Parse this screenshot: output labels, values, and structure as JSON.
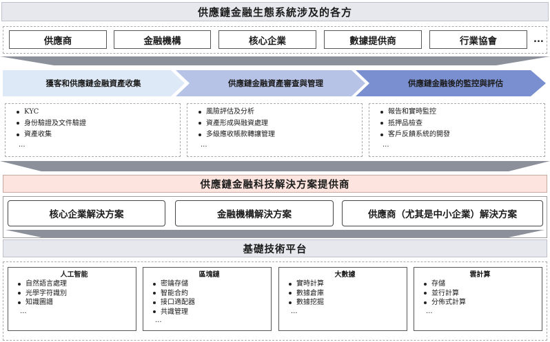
{
  "title": "供應鏈金融生態系統涉及的各方",
  "participants": [
    "供應商",
    "金融機構",
    "核心企業",
    "數據提供商",
    "行業協會"
  ],
  "participants_more": "...",
  "stages": [
    {
      "label": "獲客和供應鏈金融資產收集",
      "items": [
        "KYC",
        "身份驗證及文件驗證",
        "資產收集"
      ],
      "more": "..."
    },
    {
      "label": "供應鏈金融資產審查與管理",
      "items": [
        "風險評估及分析",
        "資產形成與融資處理",
        "多級應收賬款轉讓管理"
      ],
      "more": "..."
    },
    {
      "label": "供應鏈金融後的監控與評估",
      "items": [
        "報告和實時監控",
        "抵押品檢查",
        "客戶反饋系統的開發"
      ],
      "more": "..."
    }
  ],
  "provider_title": "供應鏈金融科技解決方案提供商",
  "solutions": [
    "核心企業解決方案",
    "金融機構解決方案",
    "供應商（尤其是中小企業）解決方案"
  ],
  "platform_title": "基礎技術平台",
  "technologies": [
    {
      "title": "人工智能",
      "items": [
        "自然語言處理",
        "光學字符識別",
        "知識圖譜"
      ],
      "more": "..."
    },
    {
      "title": "區塊鏈",
      "items": [
        "密鑰存儲",
        "智能合約",
        "接口適配器",
        "共識管理"
      ],
      "more": "..."
    },
    {
      "title": "大數據",
      "items": [
        "實時計算",
        "數據倉庫",
        "數據挖掘"
      ],
      "more": "..."
    },
    {
      "title": "雲計算",
      "items": [
        "存儲",
        "並行計算",
        "分佈式計算"
      ],
      "more": "..."
    }
  ],
  "colors": {
    "stage1": "#dde9f6",
    "stage2": "#b6c3e6",
    "stage3": "#7a8fcf",
    "provider": "#fde4de",
    "header_gray": "#e7e8ee"
  }
}
